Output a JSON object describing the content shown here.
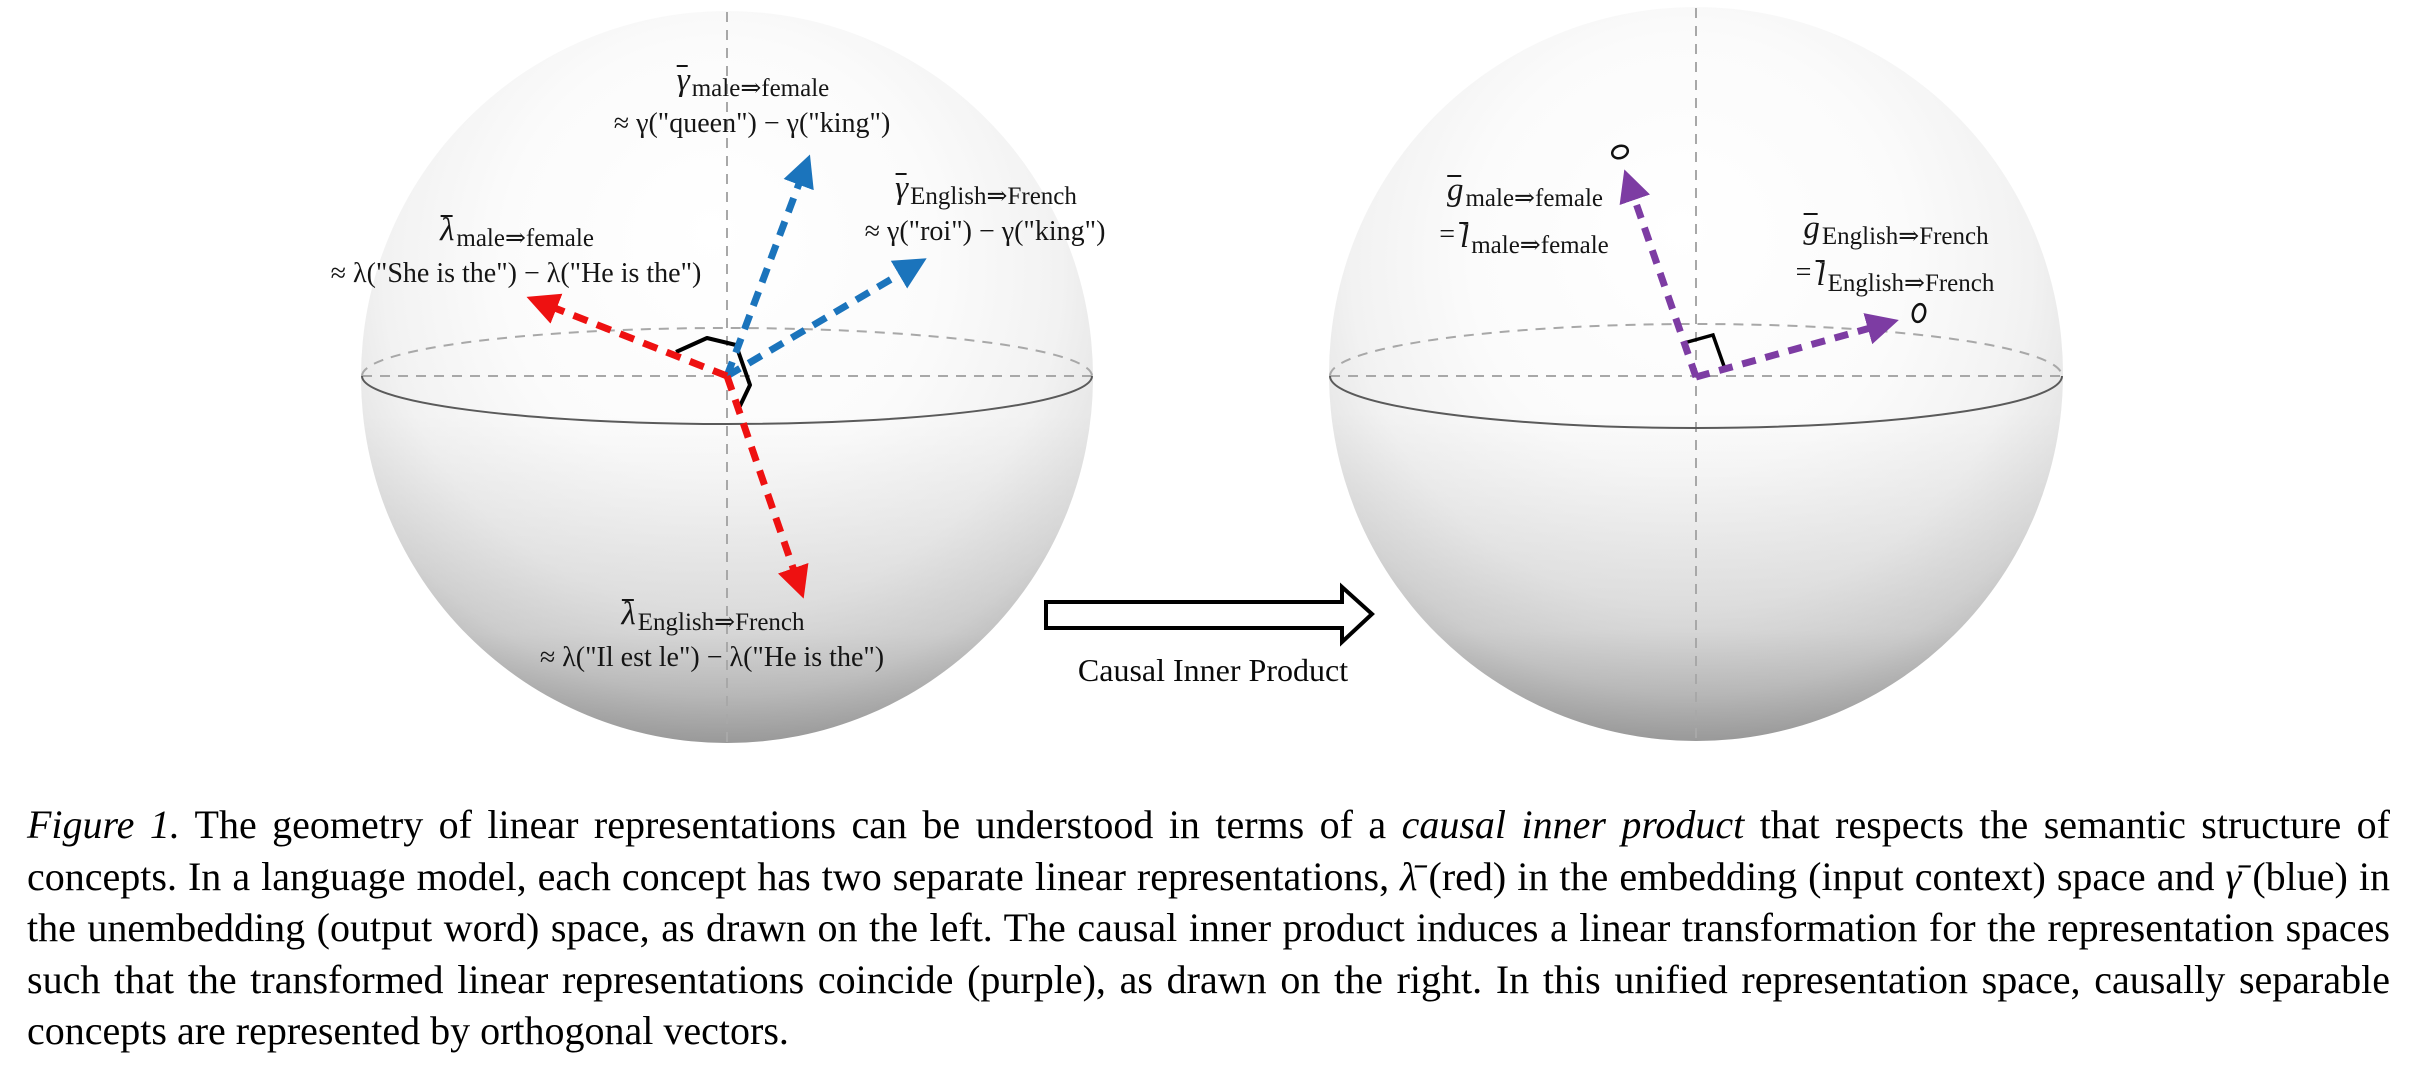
{
  "figure": {
    "left_sphere": {
      "description": "unit sphere with red embedding vectors and blue unembedding vectors",
      "labels": [
        {
          "id": "gamma-male-female",
          "symbol": "γ",
          "subscript": "male⇒female",
          "definition": "≈ γ(\"queen\") − γ(\"king\")"
        },
        {
          "id": "gamma-english-french",
          "symbol": "γ",
          "subscript": "English⇒French",
          "definition": "≈ γ(\"roi\") − γ(\"king\")"
        },
        {
          "id": "lambda-male-female",
          "symbol": "λ",
          "subscript": "male⇒female",
          "definition": "≈ λ(\"She is the\") − λ(\"He is the\")"
        },
        {
          "id": "lambda-english-french",
          "symbol": "λ",
          "subscript": "English⇒French",
          "definition": "≈ λ(\"Il est le\") − λ(\"He is the\")"
        }
      ]
    },
    "right_sphere": {
      "description": "unit sphere with purple unified representation vectors at right angle",
      "labels": [
        {
          "id": "g-male-female",
          "symbol": "g",
          "subscript": "male⇒female",
          "equals": "=",
          "alt_symbol": "l",
          "alt_subscript": "male⇒female"
        },
        {
          "id": "g-english-french",
          "symbol": "g",
          "subscript": "English⇒French",
          "equals": "=",
          "alt_symbol": "l",
          "alt_subscript": "English⇒French"
        }
      ]
    },
    "transform_arrow": {
      "label": "Causal Inner Product"
    },
    "colors": {
      "lambda_red": "#ee1111",
      "gamma_blue": "#1b74bc",
      "unified_purple": "#7d3ca3"
    }
  },
  "caption": {
    "figure_label": "Figure 1.",
    "text_1": "  The geometry of linear representations can be understood in terms of a ",
    "italic_phrase": "causal inner product",
    "text_2": " that respects the semantic structure of concepts. In a language model, each concept has two separate linear representations, ",
    "lambda_symbol": "λ̄",
    "text_3": " (red) in the embedding (input context) space and ",
    "gamma_symbol": "γ̄",
    "text_4": " (blue) in the unembedding (output word) space, as drawn on the left. The causal inner product induces a linear transformation for the representation spaces such that the transformed linear representations coincide (purple), as drawn on the right. In this unified representation space, causally separable concepts are represented by orthogonal vectors."
  }
}
